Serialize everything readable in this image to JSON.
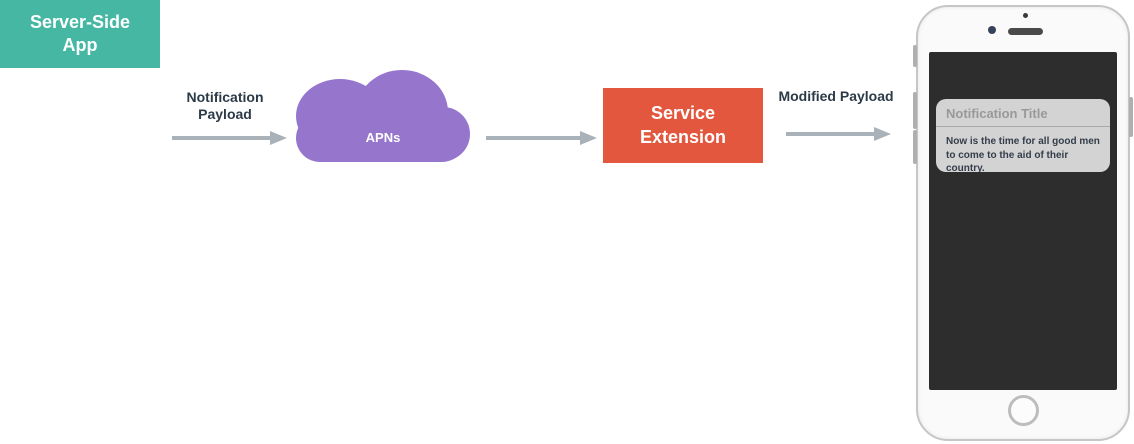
{
  "diagram": {
    "server_app_label": "Server-Side App",
    "apns_label": "APNs",
    "service_extension_label": "Service Extension",
    "notification_payload_label": "Notification Payload",
    "modified_payload_label": "Modified Payload"
  },
  "phone": {
    "notification": {
      "title": "Notification Title",
      "body": "Now is the time for all good men to come to the aid of their country."
    }
  },
  "colors": {
    "server_app_fill": "#45B7A3",
    "apns_cloud_fill": "#9675CD",
    "service_extension_fill": "#E2573E",
    "arrow": "#A8B2B8",
    "flow_label_text": "#2C3A47",
    "phone_screen": "#2D2D2D",
    "notification_card": "#D3D3D3",
    "notification_title_text": "#999999",
    "notification_body_text": "#333E4A"
  }
}
